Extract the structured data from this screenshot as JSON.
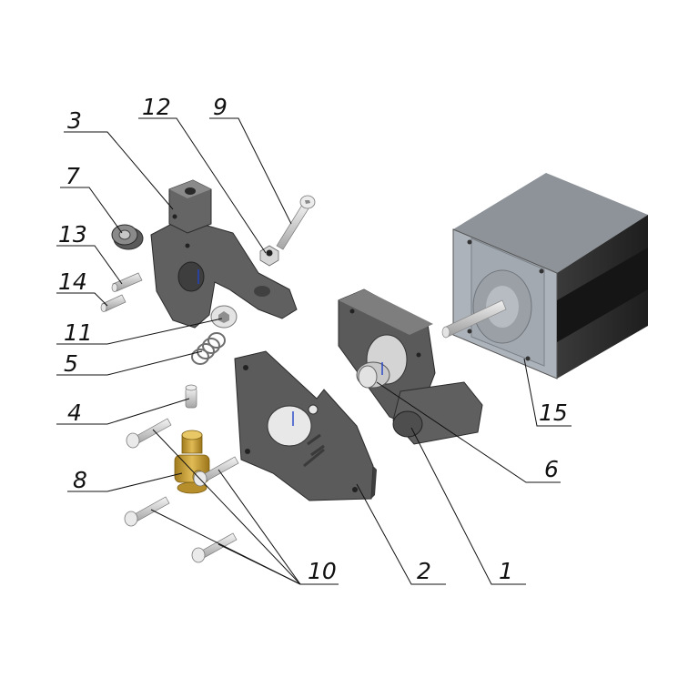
{
  "diagram": {
    "title": "",
    "callouts": [
      {
        "id": "c1",
        "label": "1"
      },
      {
        "id": "c2",
        "label": "2"
      },
      {
        "id": "c3",
        "label": "3"
      },
      {
        "id": "c4",
        "label": "4"
      },
      {
        "id": "c5",
        "label": "5"
      },
      {
        "id": "c6",
        "label": "6"
      },
      {
        "id": "c7",
        "label": "7"
      },
      {
        "id": "c8",
        "label": "8"
      },
      {
        "id": "c9",
        "label": "9"
      },
      {
        "id": "c10",
        "label": "10"
      },
      {
        "id": "c11",
        "label": "11"
      },
      {
        "id": "c12",
        "label": "12"
      },
      {
        "id": "c13",
        "label": "13"
      },
      {
        "id": "c14",
        "label": "14"
      },
      {
        "id": "c15",
        "label": "15"
      }
    ]
  },
  "colors": {
    "part_dark": "#5d5d5d",
    "part_mid": "#7a7a7a",
    "part_light": "#9a9a9a",
    "motor_face": "#a9b0b8",
    "motor_body": "#2e2e2e",
    "brass": "#c9a13a",
    "metal": "#d9d9d9",
    "leader": "#111111"
  }
}
